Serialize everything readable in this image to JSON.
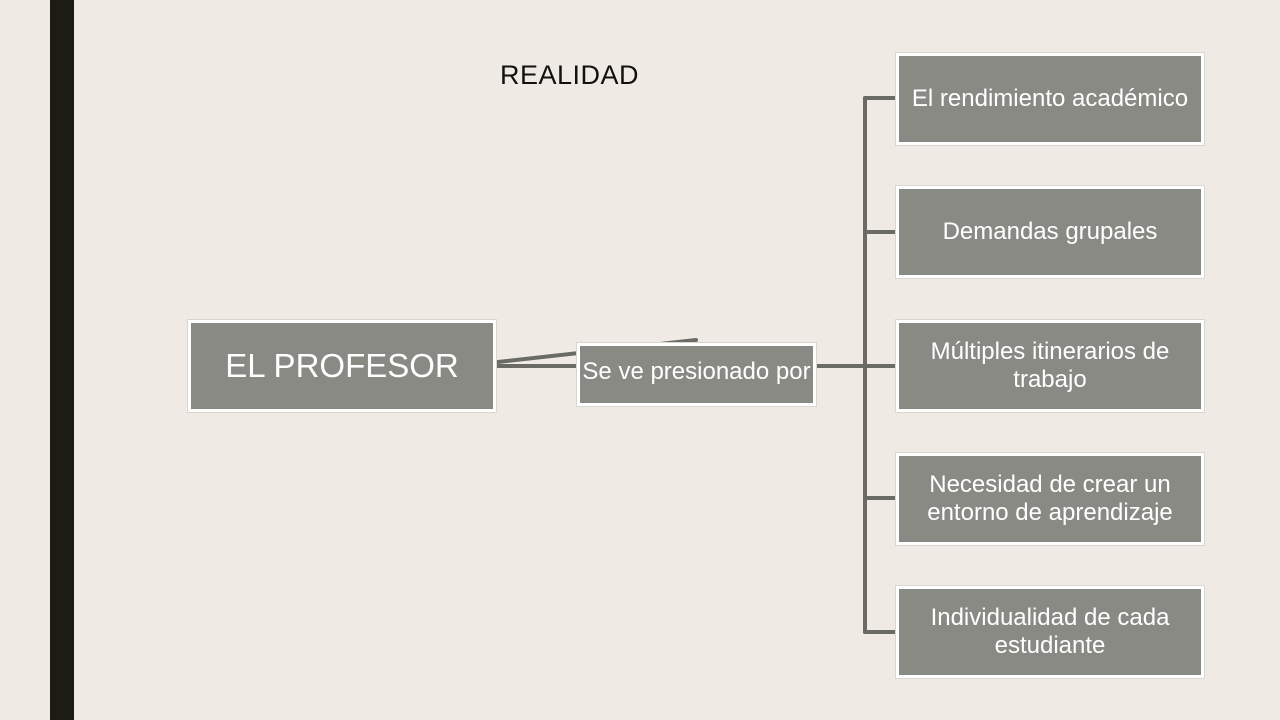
{
  "title": "REALIDAD",
  "root": {
    "label": "EL PROFESOR"
  },
  "middle": {
    "label": "Se ve presionado por"
  },
  "leaves": [
    {
      "label": "El rendimiento académico"
    },
    {
      "label": "Demandas grupales"
    },
    {
      "label": "Múltiples itinerarios de trabajo"
    },
    {
      "label": "Necesidad de crear un entorno de aprendizaje"
    },
    {
      "label": "Individualidad de cada estudiante"
    }
  ],
  "colors": {
    "background": "#EFEBE4",
    "accent_bar": "#1C1C12",
    "box_fill": "#8A8A84",
    "box_text": "#FFFFFF",
    "connector": "#6B6B66"
  }
}
